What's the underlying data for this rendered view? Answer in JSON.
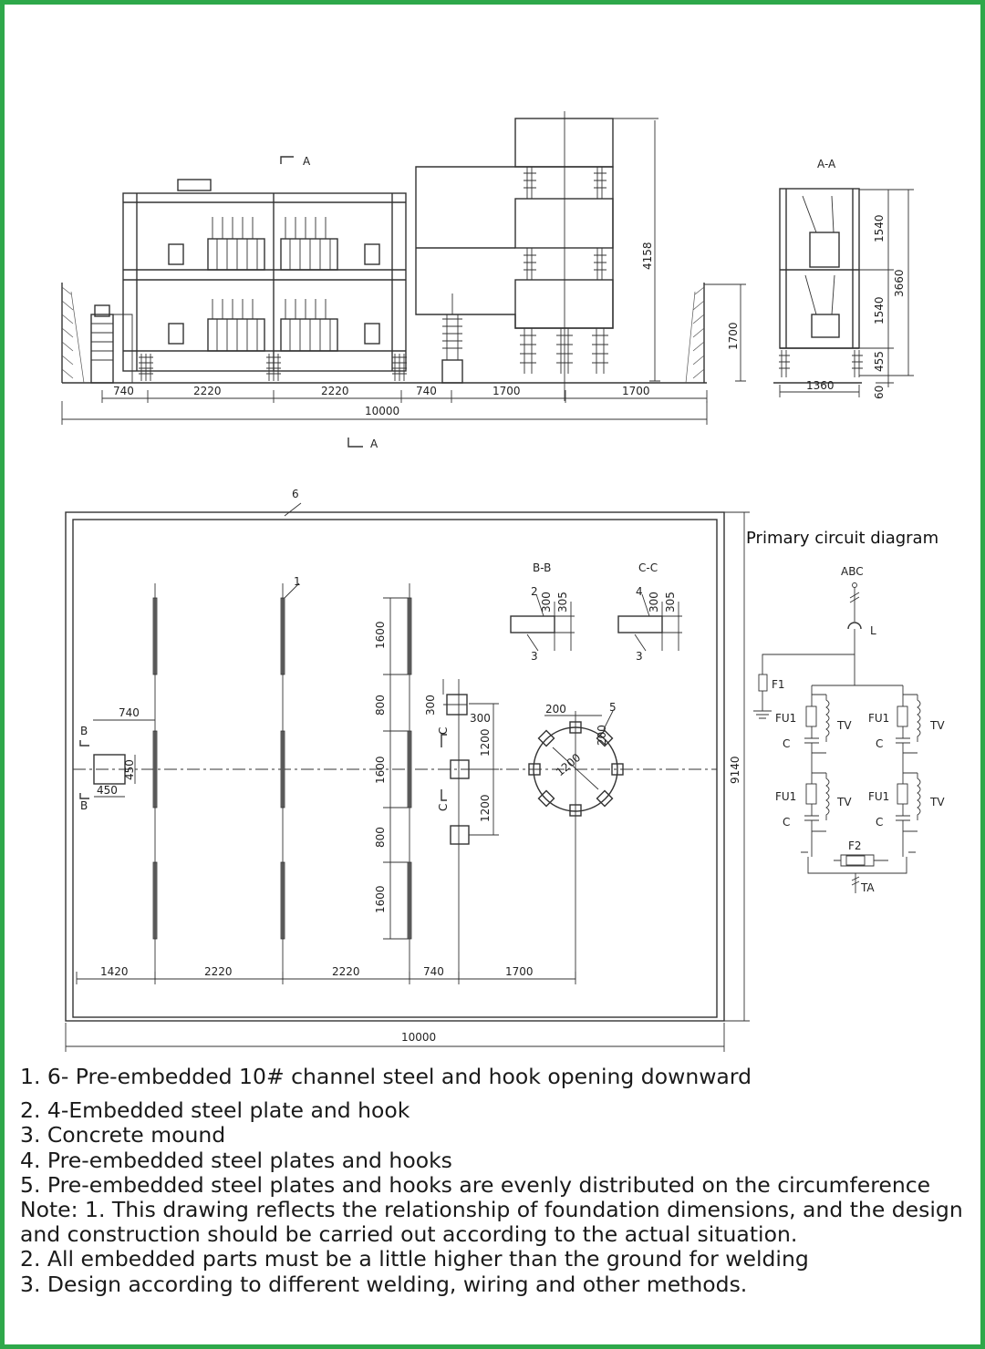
{
  "elevation": {
    "section_mark_label": "A",
    "section_title": "A-A",
    "dims_bottom": [
      "740",
      "2220",
      "2220",
      "740",
      "1700",
      "1700"
    ],
    "dim_total": "10000",
    "dim_height_tall": "4158",
    "dim_height_right": "1700",
    "section_dims": [
      "1540",
      "1540",
      "455",
      "3660",
      "60",
      "1360"
    ]
  },
  "plan": {
    "callouts": [
      "6",
      "1",
      "5",
      "2",
      "3",
      "4",
      "3"
    ],
    "section_bb": "B-B",
    "section_cc": "C-C",
    "section_b": "B",
    "section_c": "C",
    "bb_dims": [
      "300",
      "305"
    ],
    "cc_dims": [
      "300",
      "305"
    ],
    "vertical_dims": [
      "1600",
      "800",
      "1600",
      "800",
      "1600"
    ],
    "pad_dims": [
      "740",
      "450",
      "450"
    ],
    "pole_dims": [
      "300",
      "300",
      "1200",
      "1200"
    ],
    "circle_dims": [
      "200",
      "200",
      "1200"
    ],
    "dims_bottom": [
      "1420",
      "2220",
      "2220",
      "740",
      "1700"
    ],
    "dim_total": "10000",
    "dim_side": "9140"
  },
  "circuit": {
    "title": "Primary circuit diagram",
    "labels": {
      "abc": "ABC",
      "l": "L",
      "f1": "F1",
      "fu1": "FU1",
      "tv": "TV",
      "c": "C",
      "f2": "F2",
      "ta": "TA"
    }
  },
  "notes": [
    "1. 6- Pre-embedded 10# channel steel and hook opening downward",
    "2. 4-Embedded steel plate and hook",
    "3. Concrete mound",
    "4. Pre-embedded steel plates and hooks",
    "5. Pre-embedded steel plates and hooks are evenly distributed on the circumference",
    "Note: 1. This drawing reflects the relationship of foundation dimensions, and the design and construction should be carried out according to the actual situation.",
    "2. All embedded parts must be a little higher than the ground for welding",
    "3. Design according to different welding, wiring and other methods."
  ],
  "colors": {
    "frame": "#2ea84a",
    "line": "#333333"
  }
}
